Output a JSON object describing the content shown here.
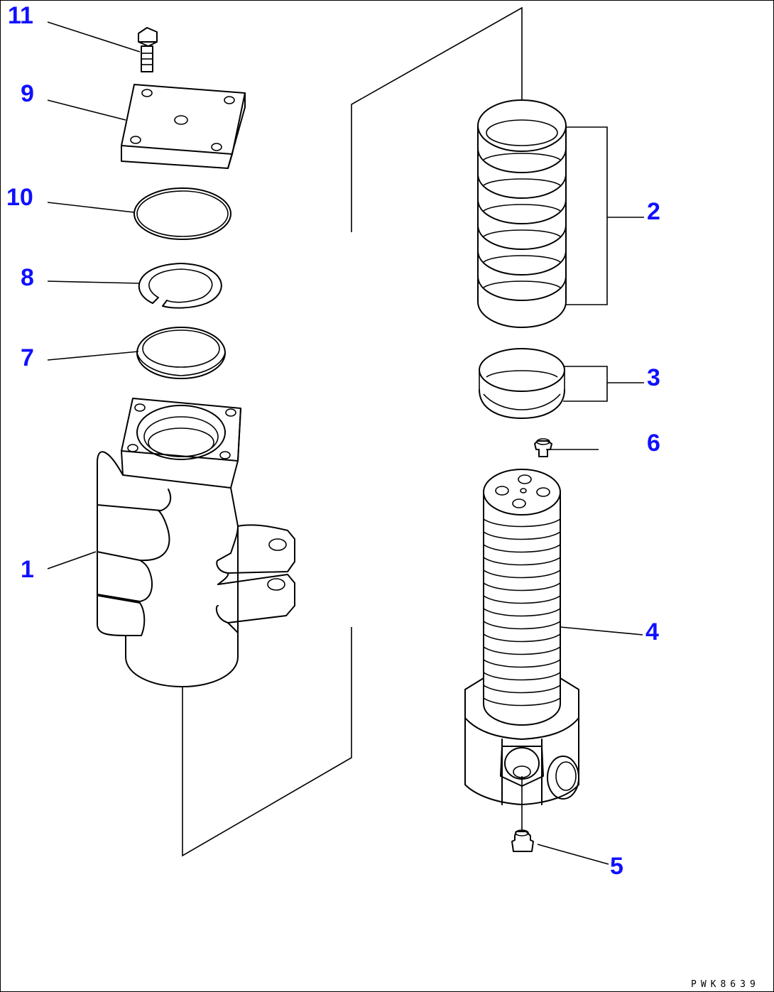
{
  "callouts": {
    "c1": "1",
    "c2": "2",
    "c3": "3",
    "c4": "4",
    "c5": "5",
    "c6": "6",
    "c7": "7",
    "c8": "8",
    "c9": "9",
    "c10": "10",
    "c11": "11"
  },
  "drawing_code": "PWK8639",
  "colors": {
    "callout_text": "#1010ff",
    "line": "#000000",
    "background": "#ffffff"
  }
}
